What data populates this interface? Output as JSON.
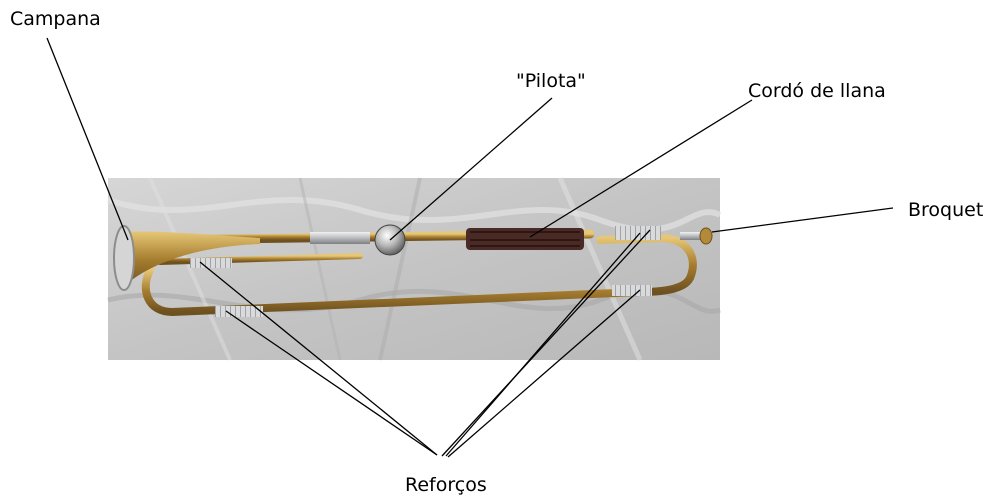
{
  "labels": {
    "campana": "Campana",
    "pilota": "\"Pilota\"",
    "cordo": "Cordó de llana",
    "broquet": "Broquet",
    "reforcos": "Reforços"
  },
  "colors": {
    "cloth_background": "#c9c9c9",
    "brass": "#b08a3c",
    "silver": "#cfd0d2",
    "wool_cord": "#4a2a25",
    "leader_line": "#000000"
  }
}
